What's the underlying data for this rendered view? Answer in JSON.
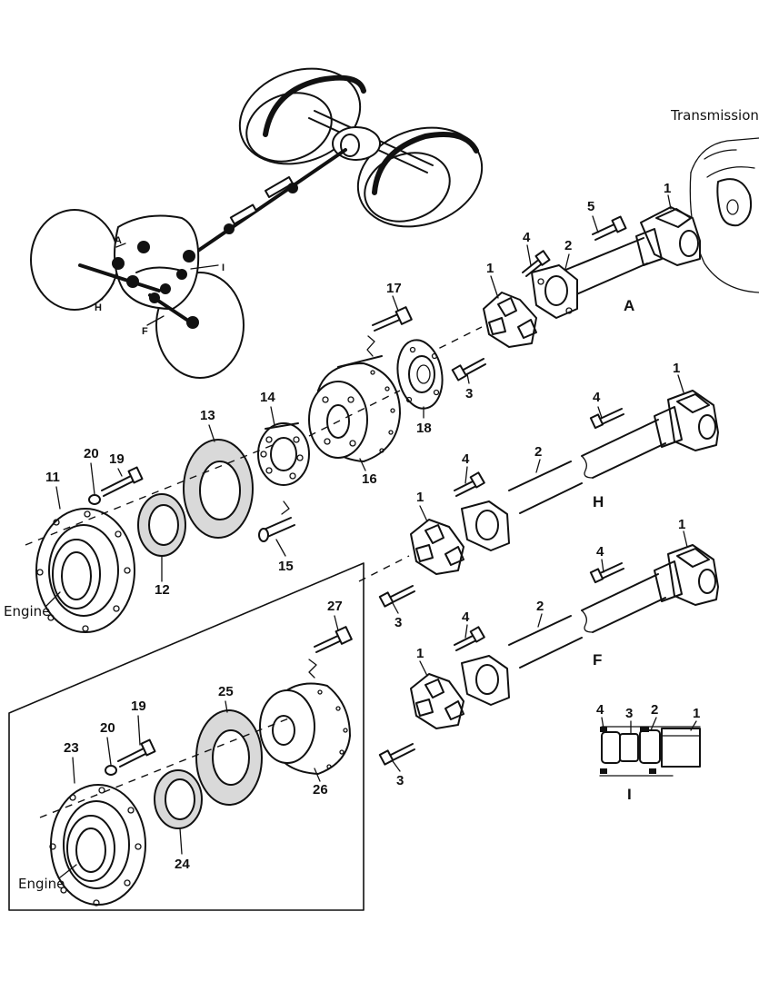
{
  "labels": {
    "transmission": "Transmission",
    "engine_top": "Engine",
    "engine_bottom": "Engine"
  },
  "views": {
    "a": "A",
    "h": "H",
    "f": "F",
    "i": "I"
  },
  "vehicle_markers": {
    "a": "A",
    "h": "H",
    "f": "F",
    "i": "I"
  },
  "callouts": {
    "c1_a": "1",
    "c1_a_spider": "1",
    "c2_a": "2",
    "c3_a": "3",
    "c4_a": "4",
    "c5_a": "5",
    "c17": "17",
    "c18": "18",
    "c16": "16",
    "c14": "14",
    "c13": "13",
    "c19": "19",
    "c20": "20",
    "c11": "11",
    "c12": "12",
    "c15": "15",
    "c1_h": "1",
    "c1_h_spider": "1",
    "c2_h": "2",
    "c3_h": "3",
    "c4_h": "4",
    "c4_h2": "4",
    "c1_f": "1",
    "c1_f_spider": "1",
    "c2_f": "2",
    "c3_f": "3",
    "c4_f": "4",
    "c4_f2": "4",
    "c27": "27",
    "c25": "25",
    "c19b": "19",
    "c20b": "20",
    "c23": "23",
    "c24": "24",
    "c26": "26",
    "c4_i": "4",
    "c3_i": "3",
    "c2_i": "2",
    "c1_i": "1"
  }
}
